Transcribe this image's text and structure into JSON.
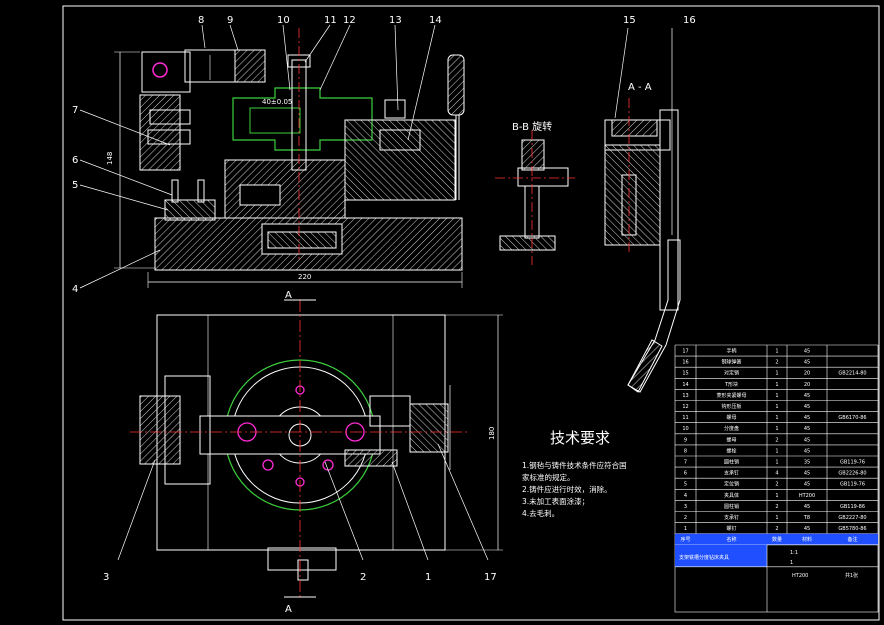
{
  "colors": {
    "background": "#000000",
    "outline": "#ffffff",
    "center_line": "#ff3333",
    "hatch": "#d8d8d8",
    "green_part": "#3ccf3c",
    "magenta_part": "#ff2bd6",
    "blue_cell": "#1f4fff"
  },
  "section_labels": {
    "aa_top": "A - A",
    "bb": "B-B 旋转",
    "a_marker_top": "A",
    "a_marker_bottom": "A"
  },
  "dimensions": {
    "overall_width": "220",
    "overall_height_front": "148",
    "overall_height_plan": "180",
    "small_dim": "40±0.05"
  },
  "balloons_front": [
    "8",
    "9",
    "10",
    "11",
    "12",
    "13",
    "14",
    "7",
    "6",
    "5",
    "4"
  ],
  "balloons_side": [
    "15",
    "16"
  ],
  "balloons_plan": [
    "3",
    "2",
    "1",
    "17"
  ],
  "tech_requirements": {
    "title": "技术要求",
    "lines": [
      "1.钢毡与铸件技术条件应符合国",
      "  家标准的规定。",
      "2.铸件应进行时效，消除。",
      "3.未加工表面涂漆；",
      "4.去毛刺。"
    ]
  },
  "bom": {
    "rows": [
      [
        "17",
        "手柄",
        "1",
        "45",
        ""
      ],
      [
        "16",
        "钢球弹簧",
        "2",
        "45",
        ""
      ],
      [
        "15",
        "对定销",
        "1",
        "20",
        "GB2214-80"
      ],
      [
        "14",
        "T形块",
        "1",
        "20",
        ""
      ],
      [
        "13",
        "菱形夹紧螺母",
        "1",
        "45",
        ""
      ],
      [
        "12",
        "钩形压板",
        "1",
        "45",
        ""
      ],
      [
        "11",
        "螺母",
        "1",
        "45",
        "GB6170-86"
      ],
      [
        "10",
        "分度盘",
        "1",
        "45",
        ""
      ],
      [
        "9",
        "螺母",
        "2",
        "45",
        ""
      ],
      [
        "8",
        "螺栓",
        "1",
        "45",
        ""
      ],
      [
        "7",
        "圆柱销",
        "1",
        "35",
        "GB119-76"
      ],
      [
        "6",
        "支承钉",
        "4",
        "45",
        "GB2226-80"
      ],
      [
        "5",
        "定位销",
        "2",
        "45",
        "GB119-76"
      ],
      [
        "4",
        "夹具体",
        "1",
        "HT200",
        ""
      ],
      [
        "3",
        "圆柱销",
        "2",
        "45",
        "GB119-86"
      ],
      [
        "2",
        "支承钉",
        "1",
        "T8",
        "GB2227-80"
      ],
      [
        "1",
        "螺钉",
        "2",
        "45",
        "GB5780-86"
      ]
    ],
    "header": [
      "序号",
      "名称",
      "数量",
      "材料",
      "备注"
    ],
    "title_block_name": "支架铣槽分度钻床夹具",
    "title_block_scale": "1:1",
    "title_block_qty": "1",
    "title_block_material": "HT200",
    "title_block_sheet": "共1张"
  }
}
